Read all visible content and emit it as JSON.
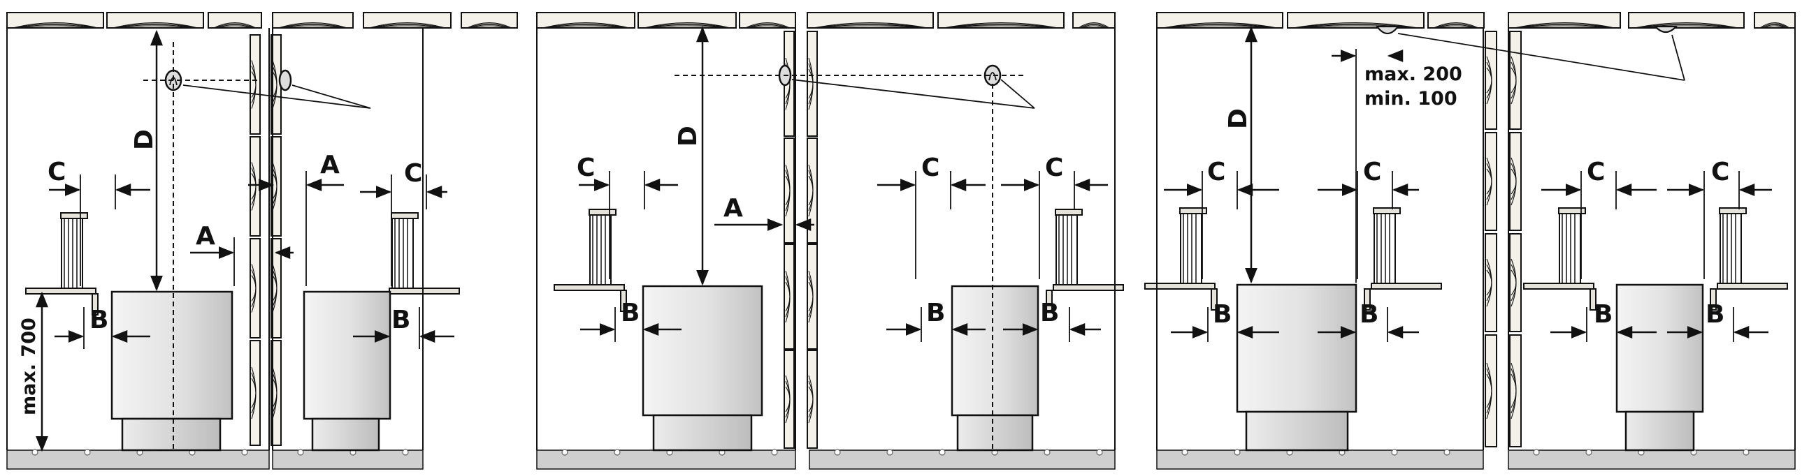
{
  "labels": {
    "A": "A",
    "B": "B",
    "C": "C",
    "D": "D",
    "max700": "max. 700",
    "max200": "max. 200",
    "min100": "min. 100"
  },
  "colors": {
    "stroke": "#111111",
    "floor": "#cfcfcf",
    "wood": "#f4f1ea",
    "heater_light": "#f4f4f4",
    "heater_dark": "#c6c6c6"
  },
  "icons": [
    "sensor-icon",
    "ceiling-sensor-icon",
    "wood-ceiling",
    "wood-wall",
    "heater",
    "bench"
  ]
}
